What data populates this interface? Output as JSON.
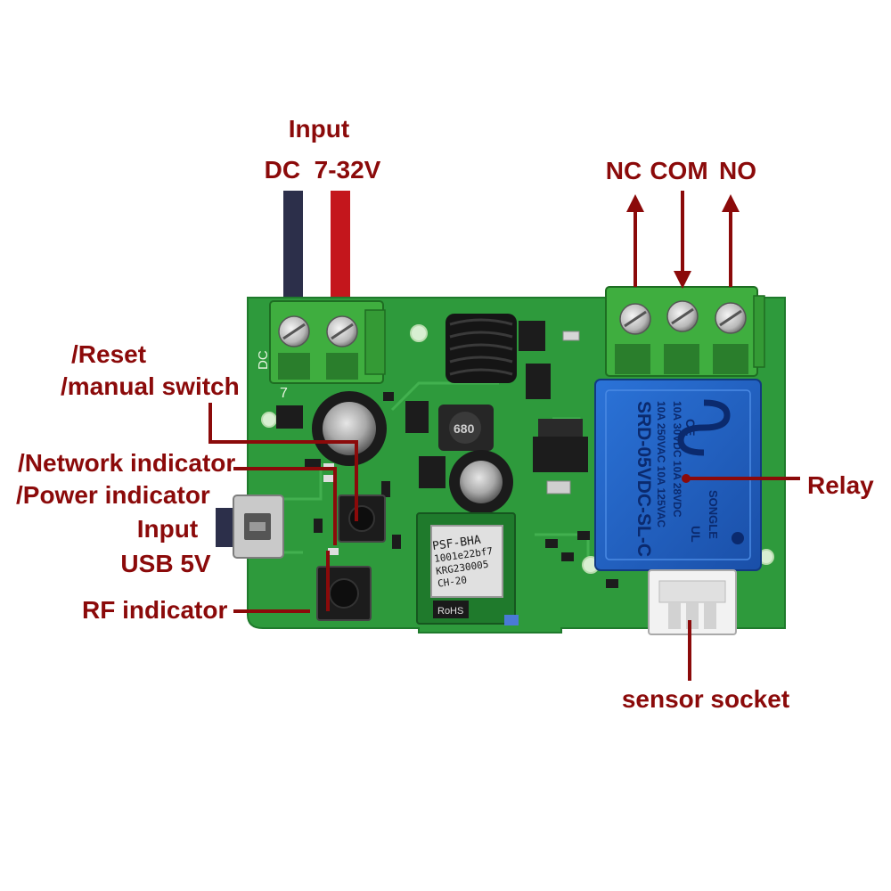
{
  "colors": {
    "label": "#8b0a0a",
    "pcb": "#2e9a3c",
    "terminal": "#3fae3f",
    "relay": "#1f5fc4",
    "wire_negative": "#2c2f4a",
    "wire_positive": "#c4161c"
  },
  "labels": {
    "input_dc_line1": "Input",
    "input_dc_line2": "DC  7-32V",
    "nc": "NC",
    "com": "COM",
    "no": "NO",
    "reset_line1": "/Reset",
    "reset_line2": "/manual switch",
    "network_indicator": "/Network indicator",
    "power_indicator": "/Power indicator",
    "usb_line1": "Input",
    "usb_line2": "USB 5V",
    "rf_indicator": "RF indicator",
    "relay": "Relay",
    "sensor_socket": "sensor socket"
  },
  "board_markings": {
    "module_line1": "PSF-BHA",
    "module_line2": "1001e22bf7",
    "module_line3": "KRG230005",
    "module_line4": "CH-20",
    "module_rohs": "RoHS",
    "relay_model": "SRD-05VDC-SL-C",
    "relay_rating1": "10A 250VAC  10A 125VAC",
    "relay_rating2": "10A 30VDC  10A 28VDC",
    "relay_brand": "SONGLE",
    "silk_dc": "DC",
    "silk_seven": "7",
    "inductor": "680"
  },
  "icons": {
    "relay_logo": "songle-s-logo-icon",
    "ce_mark": "ce-mark-icon",
    "ul_mark": "ul-mark-icon"
  }
}
